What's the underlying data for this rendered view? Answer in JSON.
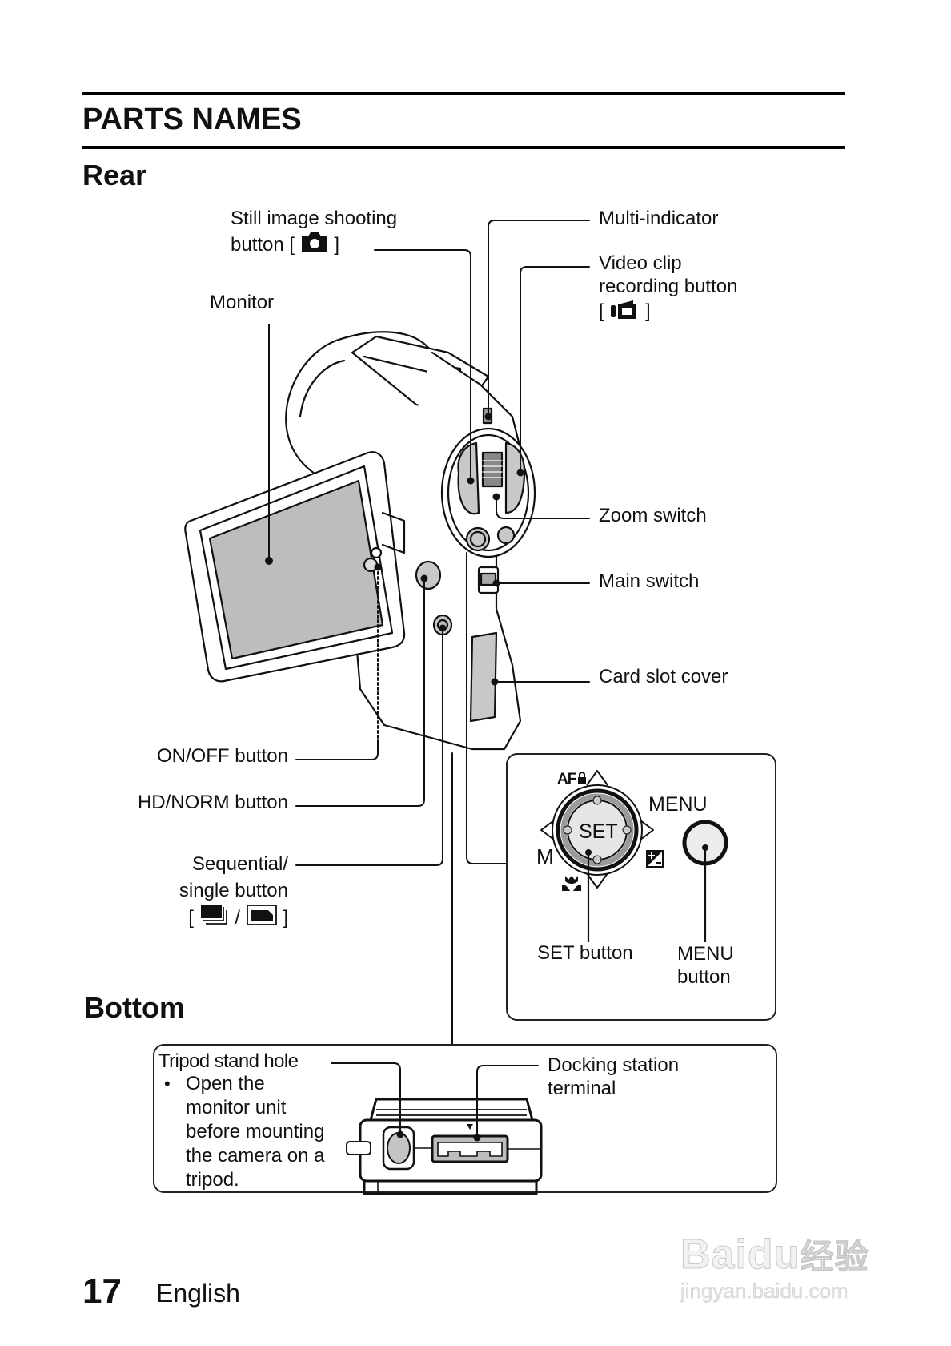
{
  "page": {
    "title": "PARTS NAMES",
    "sections": {
      "rear": "Rear",
      "bottom": "Bottom"
    }
  },
  "rear_labels": {
    "still_button_line1": "Still image shooting",
    "still_button_line2": "button [",
    "still_button_icon": "camera-icon",
    "still_button_close": "]",
    "monitor": "Monitor",
    "multi_indicator": "Multi-indicator",
    "video_line1": "Video clip",
    "video_line2": "recording button",
    "video_open": "[",
    "video_icon": "video-camera-icon",
    "video_close": "]",
    "zoom_switch": "Zoom switch",
    "main_switch": "Main switch",
    "card_slot_cover": "Card slot cover",
    "on_off": "ON/OFF button",
    "hd_norm": "HD/NORM button",
    "sequential_line1": "Sequential/",
    "sequential_line2": "single button",
    "sequential_open": "[",
    "sequential_sep": "/",
    "sequential_close": "]",
    "sequential_icon": "sequential-shot-icon",
    "single_icon": "single-shot-icon"
  },
  "control_panel": {
    "af_lock": "AF",
    "menu_top": "MENU",
    "set_center": "SET",
    "m_label": "M",
    "set_button": "SET button",
    "menu_button_line1": "MENU",
    "menu_button_line2": "button",
    "icons": [
      "af-lock-icon",
      "macro-tulip-icon",
      "exposure-compensation-icon",
      "arrow-up-icon",
      "arrow-down-icon",
      "arrow-left-icon",
      "arrow-right-icon"
    ]
  },
  "bottom_labels": {
    "tripod_hole": "Tripod stand hole",
    "bullet": "•",
    "note_lines": [
      "Open the",
      "monitor unit",
      "before mounting",
      "the camera on a",
      "tripod."
    ],
    "docking_line1": "Docking station",
    "docking_line2": "terminal"
  },
  "footer": {
    "page_number": "17",
    "language": "English"
  },
  "watermark": {
    "brand": "Bai",
    "brand_paw": "du",
    "suffix": "经验",
    "url": "jingyan.baidu.com"
  }
}
